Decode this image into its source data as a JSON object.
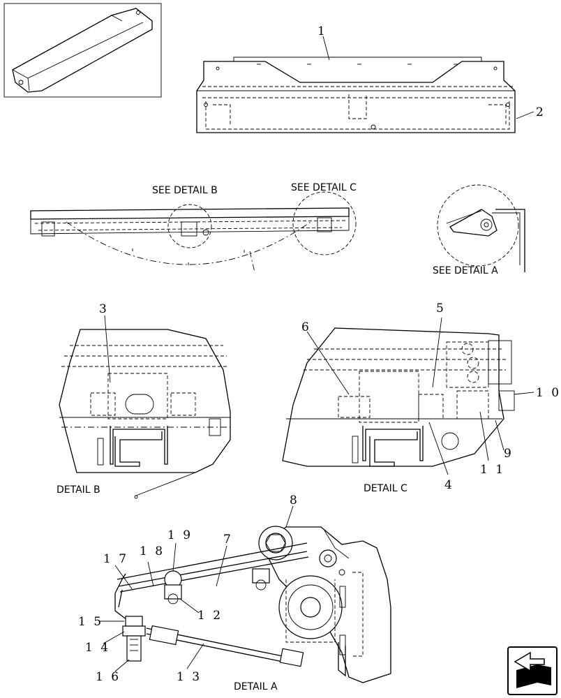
{
  "labels": {
    "see_detail_b": "SEE DETAIL B",
    "see_detail_c": "SEE DETAIL C",
    "see_detail_a": "SEE DETAIL A",
    "detail_b": "DETAIL B",
    "detail_c": "DETAIL C",
    "detail_a": "DETAIL A"
  },
  "callouts": {
    "c1": "1",
    "c2": "2",
    "c3": "3",
    "c4": "4",
    "c5": "5",
    "c6": "6",
    "c7": "7",
    "c8": "8",
    "c9": "9",
    "c10": "1 0",
    "c11": "1 1",
    "c12": "1 2",
    "c13": "1 3",
    "c14": "1 4",
    "c15": "1 5",
    "c16": "1 6",
    "c17": "1 7",
    "c18": "1 8",
    "c19": "1 9"
  },
  "icons": {
    "nav": "book-arrow-icon"
  }
}
